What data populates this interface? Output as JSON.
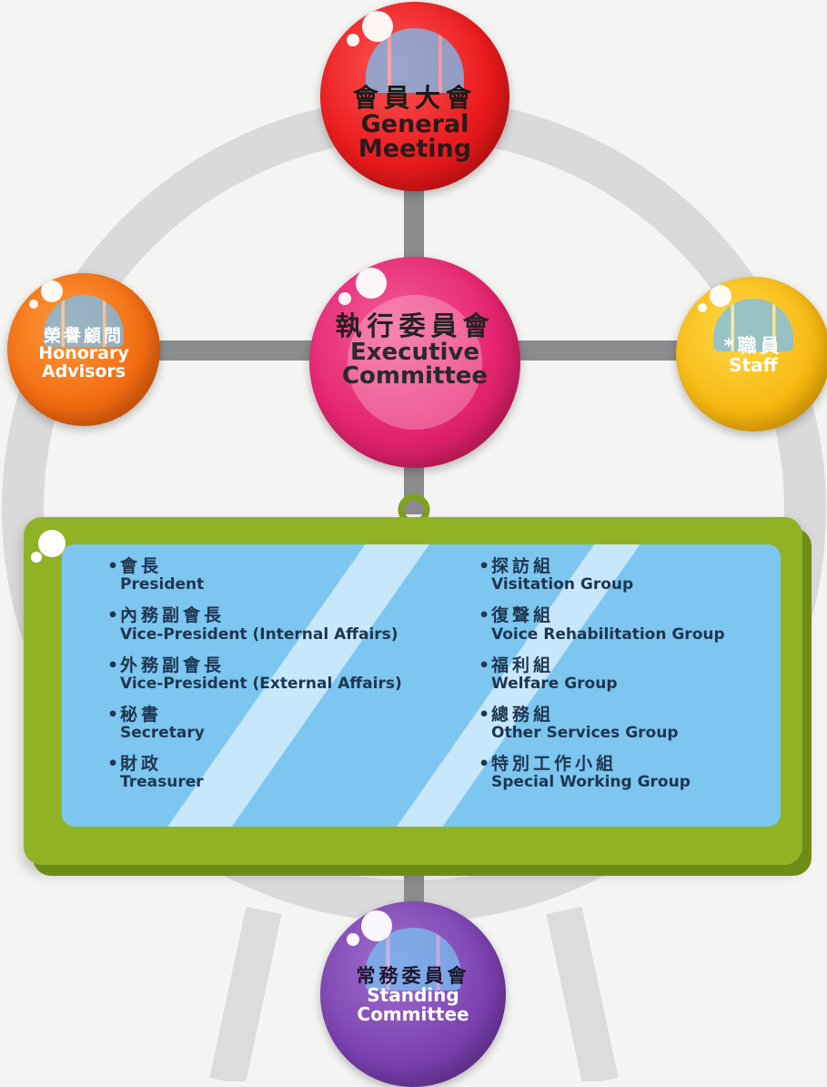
{
  "diagram": {
    "nodes": {
      "general_meeting": {
        "zh": "會員大會",
        "en_line1": "General",
        "en_line2": "Meeting",
        "color": "#ea1b1d"
      },
      "executive_committee": {
        "zh": "執行委員會",
        "en_line1": "Executive",
        "en_line2": "Committee",
        "color": "#e5246f"
      },
      "honorary_advisors": {
        "zh": "榮譽顧問",
        "en_line1": "Honorary",
        "en_line2": "Advisors",
        "color": "#f26a10"
      },
      "staff": {
        "zh": "*職員",
        "en_line1": "Staff",
        "color": "#f7b70f"
      },
      "standing_committee": {
        "zh": "常務委員會",
        "en_line1": "Standing",
        "en_line2": "Committee",
        "color": "#7a3fae"
      }
    },
    "board": {
      "left_items": [
        {
          "bullet": "•",
          "zh": "會長",
          "en": "President"
        },
        {
          "bullet": "•",
          "zh": "內務副會長",
          "en": "Vice-President (Internal Affairs)"
        },
        {
          "bullet": "•",
          "zh": "外務副會長",
          "en": "Vice-President (External Affairs)"
        },
        {
          "bullet": "•",
          "zh": "秘書",
          "en": "Secretary"
        },
        {
          "bullet": "•",
          "zh": "財政",
          "en": "Treasurer"
        }
      ],
      "right_items": [
        {
          "bullet": "•",
          "zh": "探訪組",
          "en": "Visitation Group"
        },
        {
          "bullet": "•",
          "zh": "復聲組",
          "en": "Voice Rehabilitation Group"
        },
        {
          "bullet": "•",
          "zh": "福利組",
          "en": "Welfare Group"
        },
        {
          "bullet": "•",
          "zh": "總務組",
          "en": "Other Services Group"
        },
        {
          "bullet": "•",
          "zh": "特別工作小組",
          "en": "Special Working Group"
        }
      ],
      "color": "#8fb324"
    },
    "connector_color": "#8a8c8e"
  }
}
